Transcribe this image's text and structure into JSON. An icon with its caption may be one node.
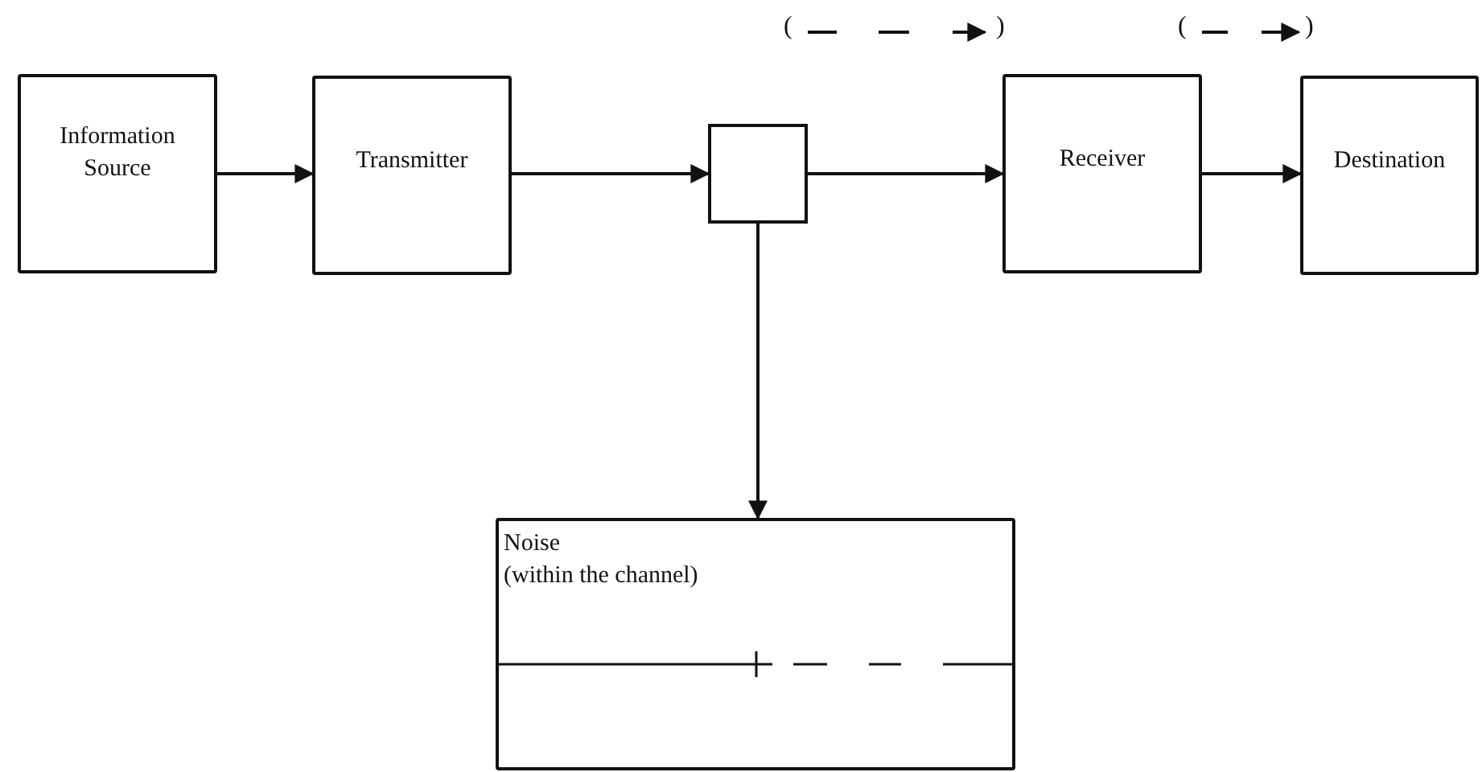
{
  "diagram": {
    "nodes": [
      {
        "text": [
          "Information Source"
        ]
      },
      {
        "text": [
          "Transmitter"
        ]
      },
      {
        "text": [],
        "shape": "box"
      },
      {
        "text": [
          "Receiver"
        ]
      },
      {
        "text": [
          "Destination"
        ]
      },
      {
        "text": [
          "Noise",
          "(within the channel)"
        ]
      }
    ],
    "edges": [
      {
        "from": 0,
        "to": 1,
        "arrow": "to"
      },
      {
        "from": 1,
        "to": 2,
        "arrow": "to"
      },
      {
        "from": 2,
        "to": 3,
        "arrow": "to"
      },
      {
        "from": 3,
        "to": 4,
        "arrow": "to"
      },
      {
        "from": 2,
        "to": 5,
        "arrow": "to"
      }
    ],
    "labels": [
      "(",
      ")",
      "(",
      ")"
    ]
  }
}
